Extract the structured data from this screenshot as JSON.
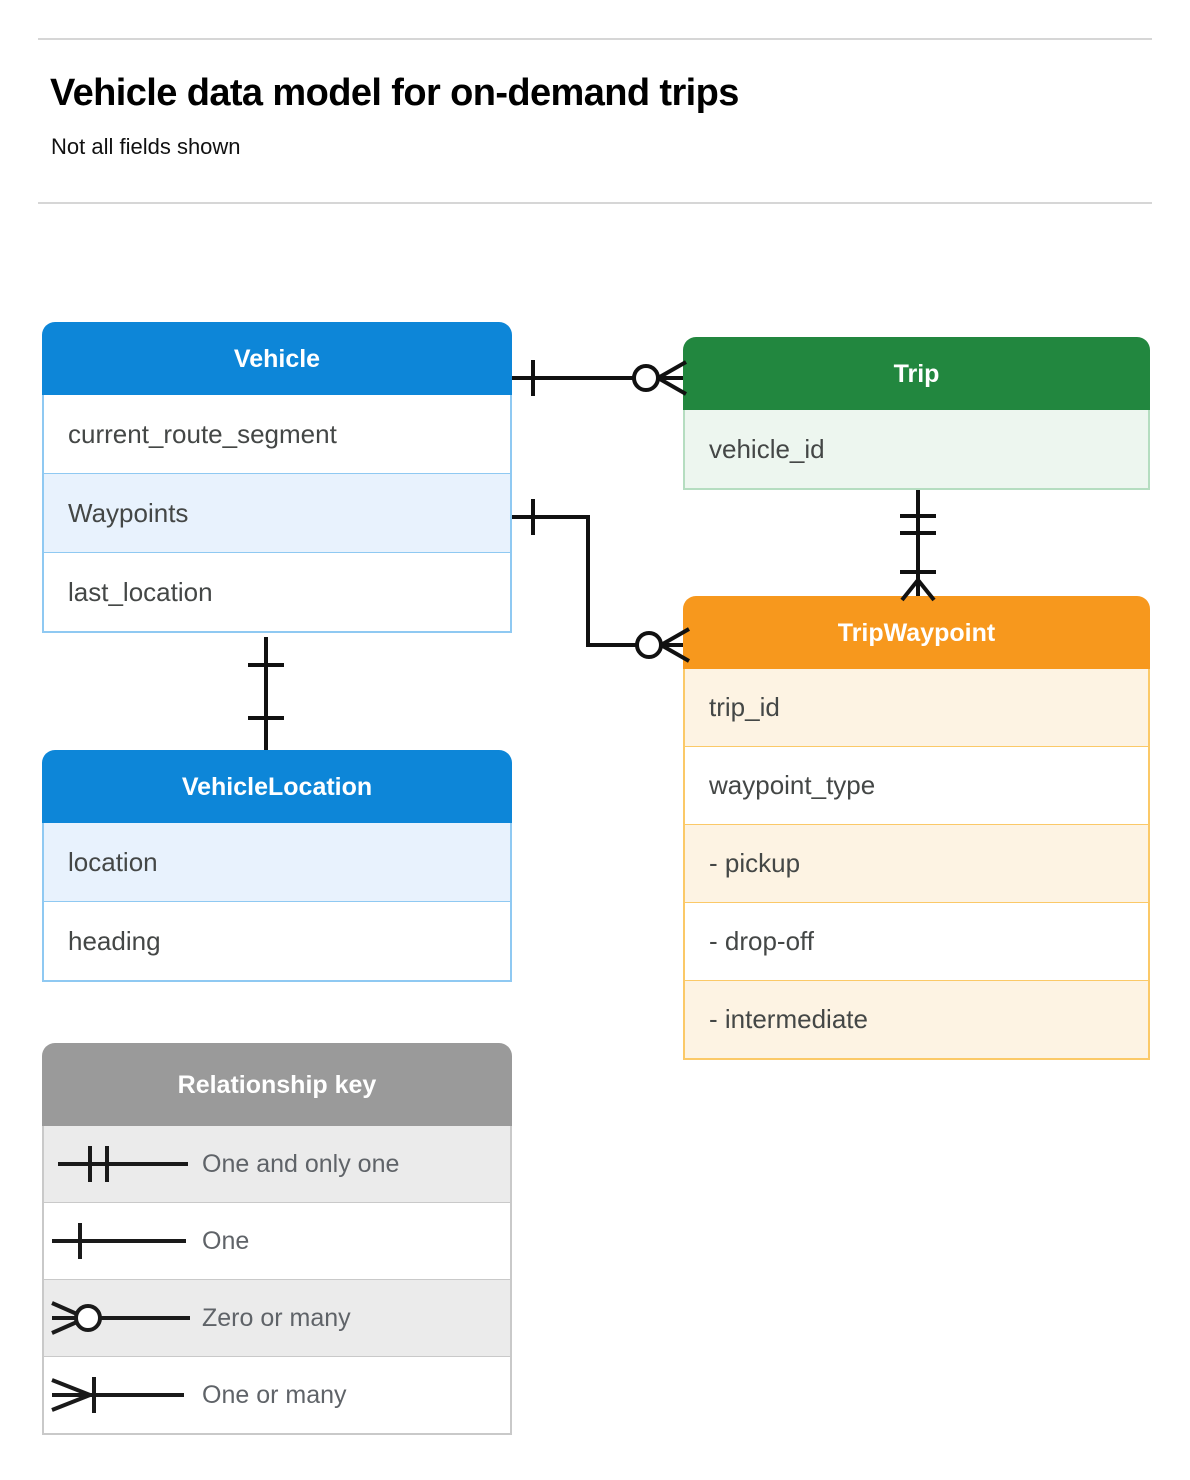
{
  "header": {
    "title": "Vehicle data model for on-demand trips",
    "subtitle": "Not all fields shown"
  },
  "entities": [
    {
      "id": "vehicle",
      "name": "Vehicle",
      "color": "#0d86d8",
      "fields": [
        {
          "label": "current_route_segment",
          "tint": false
        },
        {
          "label": "Waypoints",
          "tint": true
        },
        {
          "label": "last_location",
          "tint": false
        }
      ]
    },
    {
      "id": "trip",
      "name": "Trip",
      "color": "#22873f",
      "fields": [
        {
          "label": "vehicle_id",
          "tint": true
        }
      ]
    },
    {
      "id": "tripwaypoint",
      "name": "TripWaypoint",
      "color": "#f7981d",
      "fields": [
        {
          "label": "trip_id",
          "tint": true
        },
        {
          "label": "waypoint_type",
          "tint": false
        },
        {
          "label": "-  pickup",
          "tint": true
        },
        {
          "label": "-  drop-off",
          "tint": false
        },
        {
          "label": "-  intermediate",
          "tint": true
        }
      ]
    },
    {
      "id": "vehiclelocation",
      "name": "VehicleLocation",
      "color": "#0d86d8",
      "fields": [
        {
          "label": "location",
          "tint": true
        },
        {
          "label": "heading",
          "tint": false
        }
      ]
    }
  ],
  "legend": {
    "title": "Relationship key",
    "color": "#9a9a9a",
    "rows": [
      {
        "symbol": "one-and-only-one",
        "label": "One and only one"
      },
      {
        "symbol": "one",
        "label": "One"
      },
      {
        "symbol": "zero-or-many",
        "label": "Zero or many"
      },
      {
        "symbol": "one-or-many",
        "label": "One or many"
      }
    ]
  },
  "relationships": [
    {
      "id": "vehicle-to-trip",
      "from": "Vehicle",
      "to": "Trip",
      "from_cardinality": "One",
      "to_cardinality": "Zero or many"
    },
    {
      "id": "waypoints-to-tripwaypoint",
      "from": "Vehicle.Waypoints",
      "to": "TripWaypoint",
      "from_cardinality": "One",
      "to_cardinality": "Zero or many"
    },
    {
      "id": "trip-to-tripwaypoint",
      "from": "Trip",
      "to": "TripWaypoint",
      "from_cardinality": "One and only one",
      "to_cardinality": "One or many"
    },
    {
      "id": "vehicle-to-vehiclelocation",
      "from": "Vehicle",
      "to": "VehicleLocation",
      "from_cardinality": "One",
      "to_cardinality": "One"
    }
  ]
}
